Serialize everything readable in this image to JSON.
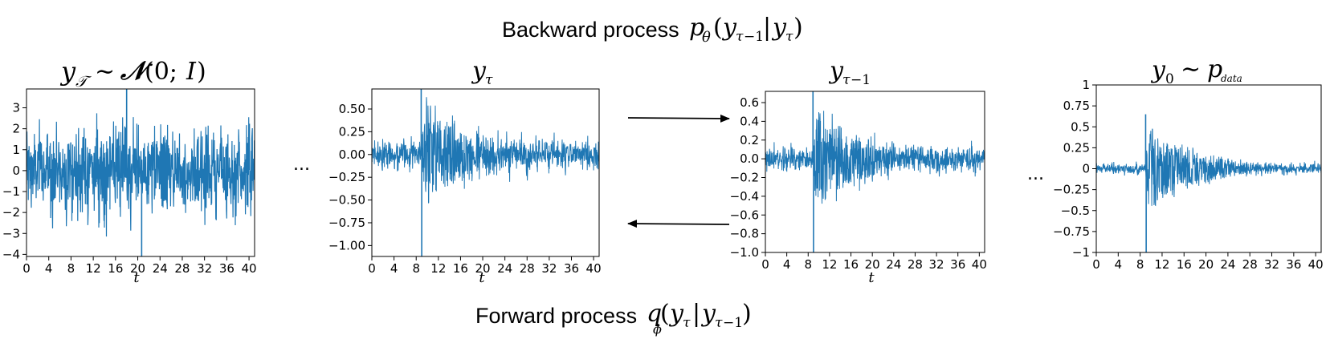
{
  "backward": {
    "label": "Backward process"
  },
  "forward": {
    "label": "Forward process"
  },
  "ellipsis": "...",
  "panels": [
    {
      "id": "yT",
      "xlabel": "t",
      "xticks": [
        "0",
        "4",
        "8",
        "12",
        "16",
        "20",
        "24",
        "28",
        "32",
        "36",
        "40"
      ],
      "yticks": [
        "3",
        "2",
        "1",
        "0",
        "−1",
        "−2",
        "−3",
        "−4"
      ],
      "ylim": [
        -4.1,
        3.9
      ],
      "xlim": [
        0,
        41
      ],
      "signal": {
        "type": "gaussian-noise",
        "std": 1.0,
        "onset": null,
        "spike_t": 18,
        "spike_y": 3.9,
        "dip_t": 20.7,
        "dip_y": -4.1
      }
    },
    {
      "id": "ytau",
      "xlabel": "t",
      "xticks": [
        "0",
        "4",
        "8",
        "12",
        "16",
        "20",
        "24",
        "28",
        "32",
        "36",
        "40"
      ],
      "yticks": [
        "0.50",
        "0.25",
        "0.00",
        "−0.25",
        "−0.50",
        "−0.75",
        "−1.00"
      ],
      "ylim": [
        -1.12,
        0.72
      ],
      "xlim": [
        0,
        41
      ],
      "signal": {
        "type": "seismic-noisy",
        "onset": 8.9,
        "spike_y": 0.72,
        "dip_y": -1.12,
        "peak": 0.6,
        "noise": 0.08
      }
    },
    {
      "id": "ytau-1",
      "xlabel": "t",
      "xticks": [
        "0",
        "4",
        "8",
        "12",
        "16",
        "20",
        "24",
        "28",
        "32",
        "36",
        "40"
      ],
      "yticks": [
        "0.6",
        "0.4",
        "0.2",
        "0.0",
        "−0.2",
        "−0.4",
        "−0.6",
        "−0.8",
        "−1.0"
      ],
      "ylim": [
        -1.0,
        0.72
      ],
      "xlim": [
        0,
        41
      ],
      "signal": {
        "type": "seismic-noisy",
        "onset": 8.9,
        "spike_y": 0.72,
        "dip_y": -1.0,
        "peak": 0.58,
        "noise": 0.06
      }
    },
    {
      "id": "y0",
      "xlabel": "",
      "xticks": [
        "0",
        "4",
        "8",
        "12",
        "16",
        "20",
        "24",
        "28",
        "32",
        "36",
        "40"
      ],
      "yticks": [
        "1",
        "0.75",
        "0.5",
        "0.25",
        "0",
        "−0.25",
        "−0.5",
        "−0.75",
        "−1"
      ],
      "ylim": [
        -1.0,
        1.0
      ],
      "xlim": [
        0,
        41
      ],
      "signal": {
        "type": "seismic-clean",
        "onset": 9.0,
        "spike_y": 0.65,
        "dip_y": -1.0,
        "peak": 0.55,
        "noise": 0.03
      }
    }
  ],
  "colors": {
    "line": "#1f77b4",
    "axis": "#000000",
    "arrow": "#000000"
  }
}
